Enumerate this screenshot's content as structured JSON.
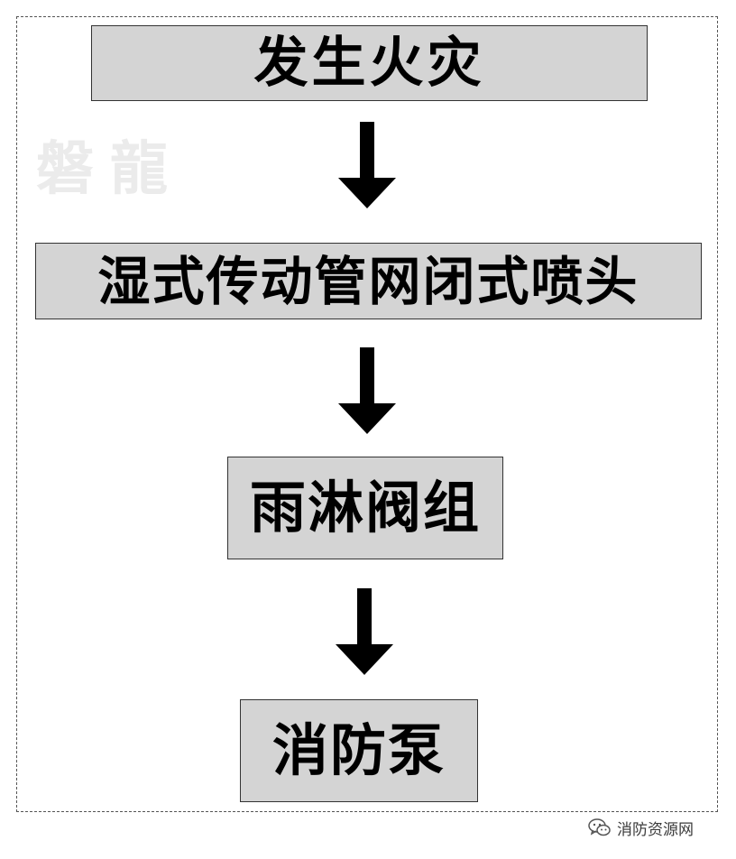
{
  "watermark": {
    "logo_text": "磐龍"
  },
  "flow": {
    "steps": [
      {
        "label": "发生火灾"
      },
      {
        "label": "湿式传动管网闭式喷头"
      },
      {
        "label": "雨淋阀组"
      },
      {
        "label": "消防泵"
      }
    ]
  },
  "source": {
    "label": "消防资源网",
    "icon": "wechat-icon"
  },
  "colors": {
    "box_fill": "#d4d4d4",
    "box_border": "#333333",
    "arrow": "#000000",
    "text": "#000000",
    "frame_border": "#555555",
    "watermark": "#ebebeb"
  }
}
